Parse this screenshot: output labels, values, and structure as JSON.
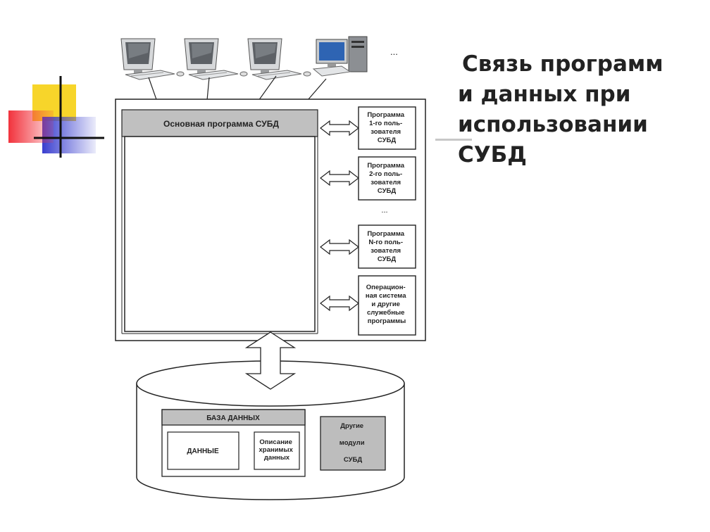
{
  "slide": {
    "title_lines": [
      "Связь программ",
      "и данных при",
      "использовании",
      "СУБД"
    ]
  },
  "diagram": {
    "workstations_ellipsis": "...",
    "dbms_main": "Основная программа СУБД",
    "user_programs": [
      {
        "lines": [
          "Программа",
          "1-го поль-",
          "зователя",
          "СУБД"
        ]
      },
      {
        "lines": [
          "Программа",
          "2-го поль-",
          "зователя",
          "СУБД"
        ]
      },
      {
        "lines": [
          "Программа",
          "N-го поль-",
          "зователя",
          "СУБД"
        ]
      }
    ],
    "programs_ellipsis": "...",
    "os_box": {
      "lines": [
        "Операцион-",
        "ная система",
        "и другие",
        "служебные",
        "программы"
      ]
    },
    "database": {
      "header": "БАЗА ДАННЫХ",
      "data": "ДАННЫЕ",
      "description_lines": [
        "Описание",
        "хранимых",
        "данных"
      ]
    },
    "other_modules": {
      "lines": [
        "Другие",
        "модули",
        "СУБД"
      ]
    }
  },
  "colors": {
    "accent_yellow": "#f7d52a",
    "accent_red": "#f2323c",
    "accent_blue": "#3a3fcf",
    "panel_gray": "#c0c0c0",
    "db_gray": "#bdbdbd"
  }
}
